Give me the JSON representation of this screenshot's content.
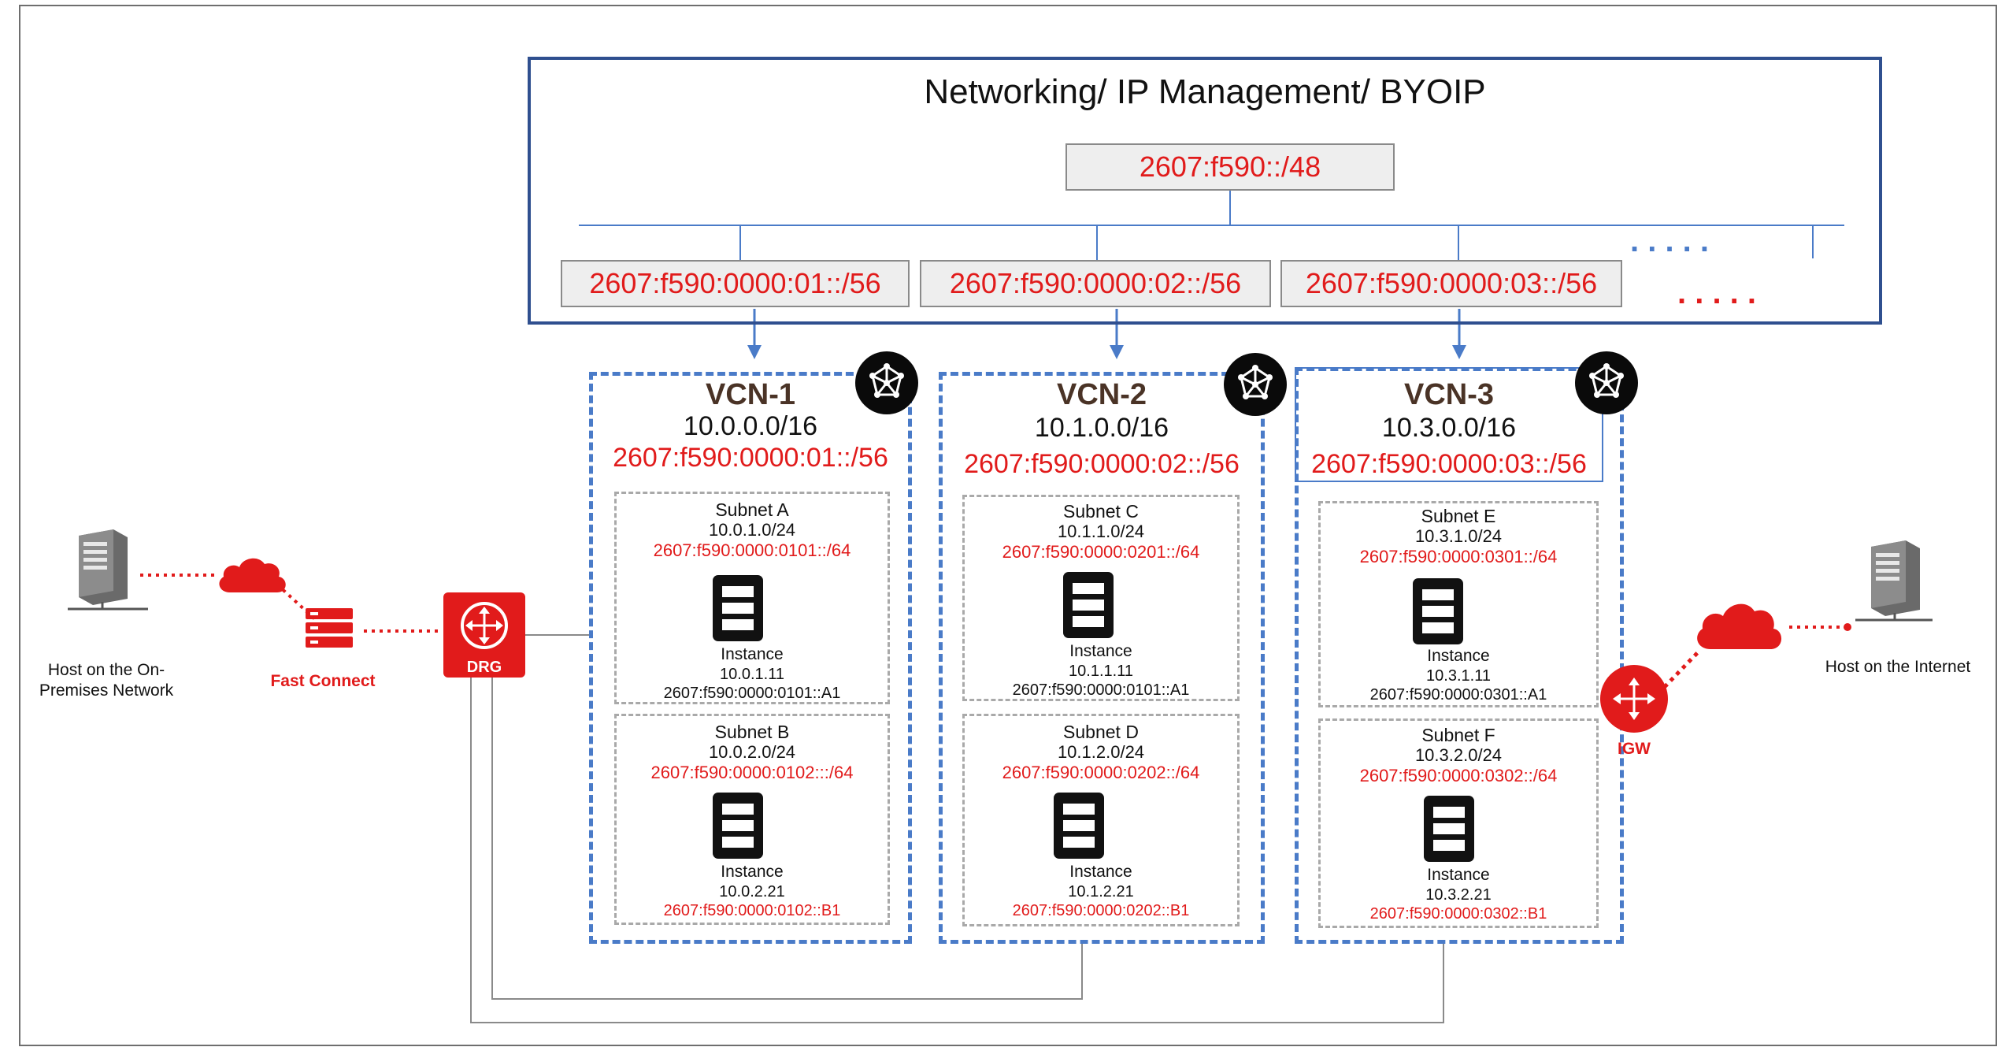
{
  "header": {
    "title": "Networking/ IP Management/ BYOIP",
    "root_prefix": "2607:f590::/48",
    "child_prefixes": [
      "2607:f590:0000:01::/56",
      "2607:f590:0000:02::/56",
      "2607:f590:0000:03::/56"
    ],
    "ellipsis_gray": ". . . . .",
    "ellipsis_red": ". . . . ."
  },
  "vcns": [
    {
      "name": "VCN-1",
      "cidr": "10.0.0.0/16",
      "ipv6": "2607:f590:0000:01::/56",
      "subnets": [
        {
          "name": "Subnet  A",
          "cidr": "10.0.1.0/24",
          "ipv6": "2607:f590:0000:0101::/64",
          "instance_label": "Instance",
          "instance_ip": "10.0.1.11",
          "instance_ipv6": "2607:f590:0000:0101::A1"
        },
        {
          "name": "Subnet B",
          "cidr": "10.0.2.0/24",
          "ipv6": "2607:f590:0000:0102:::/64",
          "instance_label": "Instance",
          "instance_ip": "10.0.2.21",
          "instance_ipv6": "2607:f590:0000:0102::B1"
        }
      ]
    },
    {
      "name": "VCN-2",
      "cidr": "10.1.0.0/16",
      "ipv6": "2607:f590:0000:02::/56",
      "subnets": [
        {
          "name": "Subnet C",
          "cidr": "10.1.1.0/24",
          "ipv6": "2607:f590:0000:0201::/64",
          "instance_label": "Instance",
          "instance_ip": "10.1.1.11",
          "instance_ipv6": "2607:f590:0000:0101::A1"
        },
        {
          "name": "Subnet D",
          "cidr": "10.1.2.0/24",
          "ipv6": "2607:f590:0000:0202::/64",
          "instance_label": "Instance",
          "instance_ip": "10.1.2.21",
          "instance_ipv6": "2607:f590:0000:0202::B1"
        }
      ]
    },
    {
      "name": "VCN-3",
      "cidr": "10.3.0.0/16",
      "ipv6": "2607:f590:0000:03::/56",
      "subnets": [
        {
          "name": "Subnet E",
          "cidr": "10.3.1.0/24",
          "ipv6": "2607:f590:0000:0301::/64",
          "instance_label": "Instance",
          "instance_ip": "10.3.1.11",
          "instance_ipv6": "2607:f590:0000:0301::A1"
        },
        {
          "name": "Subnet F",
          "cidr": "10.3.2.0/24",
          "ipv6": "2607:f590:0000:0302::/64",
          "instance_label": "Instance",
          "instance_ip": "10.3.2.21",
          "instance_ipv6": "2607:f590:0000:0302::B1"
        }
      ]
    }
  ],
  "edges": {
    "onprem_host_label": "Host on the On-Premises Network",
    "fast_connect_label": "Fast Connect",
    "drg_label": "DRG",
    "igw_label": "IGW",
    "internet_host_label": "Host on the Internet"
  },
  "icons": {
    "vcn_badge": "network-mesh-icon",
    "instance": "server-instance-icon",
    "host": "server-tower-icon",
    "cloud": "cloud-icon",
    "fast_connect": "fast-connect-icon",
    "drg": "router-icon",
    "igw": "router-icon"
  },
  "colors": {
    "accent_red": "#e11b1b",
    "vcn_border": "#4a7bc8",
    "byoip_border": "#2f4f8f",
    "subnet_border": "#a9a9a9"
  }
}
